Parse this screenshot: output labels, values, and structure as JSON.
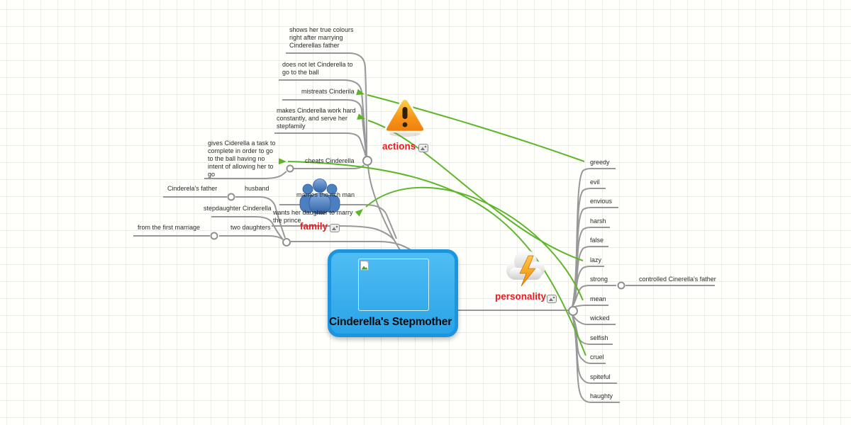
{
  "center": {
    "title": "Cinderella's Stepmother"
  },
  "branches": {
    "actions": {
      "label": "actions",
      "items": [
        "shows her true colours\nright after marrying\nCinderellas father",
        "does not let Cinderella to\ngo to the ball",
        "mistreats Cinderila",
        "makes Cinderella work hard\nconstantly, and serve her\nstepfamily",
        "cheats Cinderella",
        "gives Ciderella a task to\ncomplete in order to go\nto the ball having no\nintent of allowing her to\ngo"
      ]
    },
    "family": {
      "label": "family",
      "items": [
        "husband",
        "Cinderela's father",
        "stepdaughter Cinderella",
        "two daughters",
        "from the first marriage",
        "marries the rich man",
        "wants her daughter to marry\nthe prince"
      ]
    },
    "personality": {
      "label": "personality",
      "traits": [
        "greedy",
        "evil",
        "envious",
        "harsh",
        "false",
        "lazy",
        "strong",
        "mean",
        "wicked",
        "selfish",
        "cruel",
        "spiteful",
        "haughty"
      ],
      "strong_child": "controlled Cinerella's father"
    }
  },
  "icons": {
    "warning": "warning-triangle",
    "family": "people-group",
    "personality": "storm-cloud-lightning",
    "attachment": "image-attachment",
    "placeholder": "broken-image"
  },
  "colors": {
    "category_label": "#ea1b22",
    "cross_link_green": "#5cb629",
    "branch_gray": "#98989a",
    "node_fill": "#3bb0ee",
    "node_border": "#1b95de",
    "warning_orange": "#f69220",
    "family_blue": "#4c7fc0"
  }
}
